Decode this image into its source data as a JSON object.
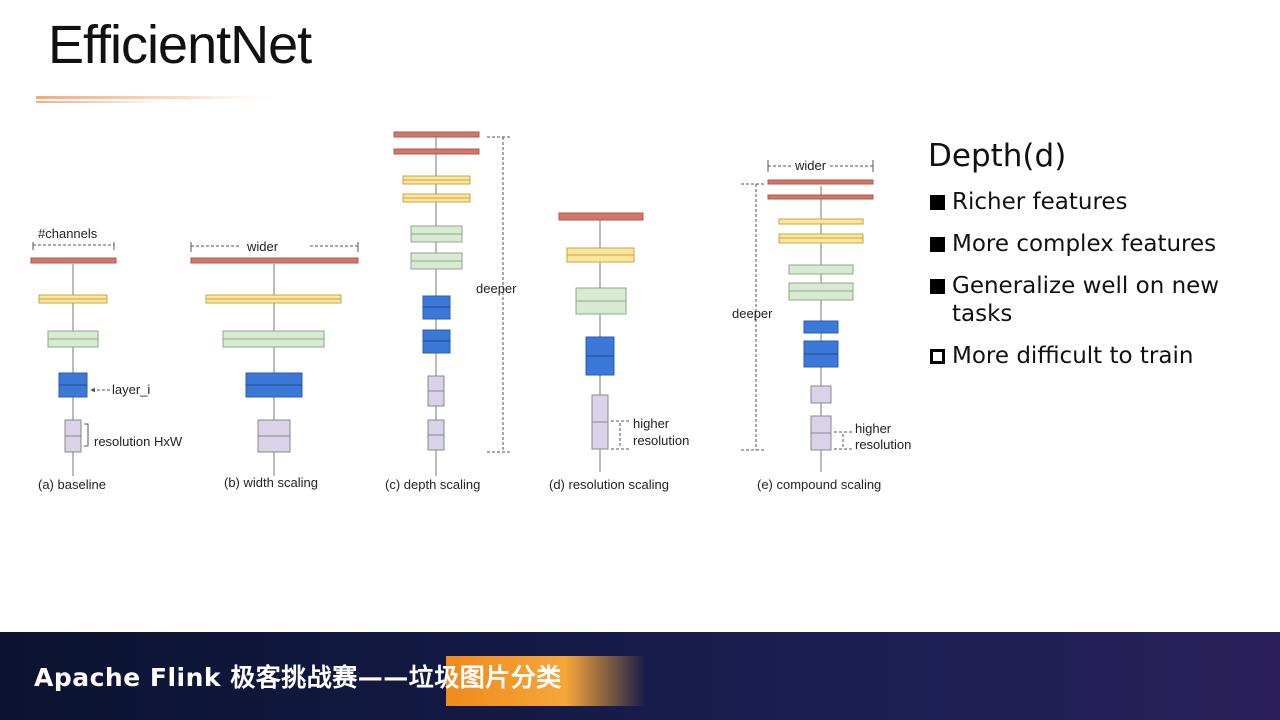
{
  "slide": {
    "title": "EfficientNet"
  },
  "diagram": {
    "annotations": {
      "channels": "#channels",
      "wider_b": "wider",
      "deeper_c": "deeper",
      "wider_e": "wider",
      "deeper_e": "deeper",
      "layer_i": "layer_i",
      "resolution": "resolution HxW",
      "higher_d": "higher",
      "resolution_d": "resolution",
      "higher_e": "higher",
      "resolution_e": "resolution"
    },
    "captions": {
      "a": "(a) baseline",
      "b": "(b) width scaling",
      "c": "(c) depth scaling",
      "d": "(d) resolution scaling",
      "e": "(e) compound scaling"
    },
    "colors": {
      "red": "#d4776b",
      "yellow": "#fbe69a",
      "green": "#d9ead3",
      "blue": "#3c78d8",
      "lavender": "#d9d2e9"
    }
  },
  "sidebar": {
    "heading": "Depth(d)",
    "bullets": [
      {
        "text": "Richer features",
        "marker": "filled-square"
      },
      {
        "text": "More complex features",
        "marker": "filled-square"
      },
      {
        "text": "Generalize well on new tasks",
        "marker": "filled-square"
      },
      {
        "text": "More difficult to train",
        "marker": "hollow-square"
      }
    ]
  },
  "footer": {
    "caption_prefix": "Apache Flink 极客挑战赛——",
    "caption_highlight": "垃圾图片分类"
  }
}
